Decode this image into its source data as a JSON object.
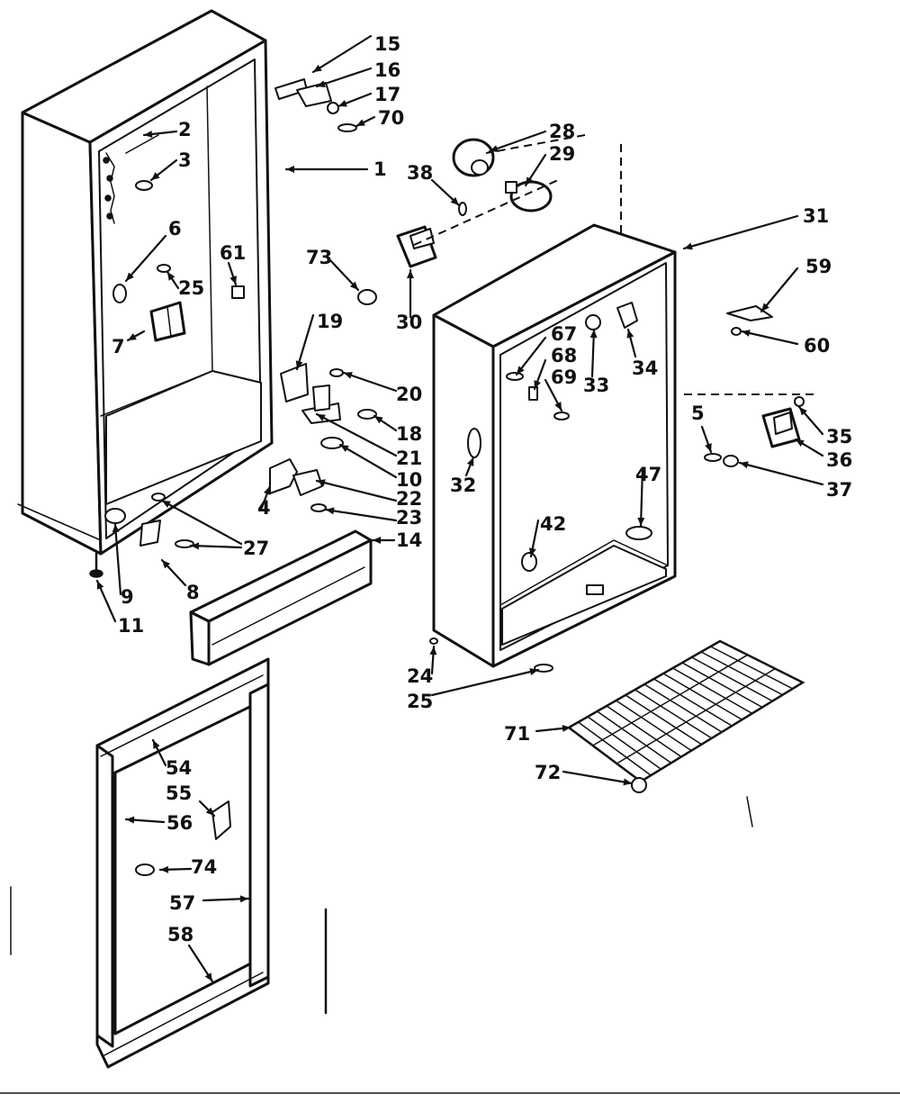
{
  "callouts": {
    "c1": "1",
    "c2": "2",
    "c3": "3",
    "c4": "4",
    "c5": "5",
    "c6": "6",
    "c7": "7",
    "c8": "8",
    "c9": "9",
    "c10": "10",
    "c11": "11",
    "c14": "14",
    "c15": "15",
    "c16": "16",
    "c17": "17",
    "c18": "18",
    "c19": "19",
    "c20": "20",
    "c21": "21",
    "c22": "22",
    "c23": "23",
    "c24": "24",
    "c25a": "25",
    "c25b": "25",
    "c27": "27",
    "c28": "28",
    "c29": "29",
    "c30": "30",
    "c31": "31",
    "c32": "32",
    "c33": "33",
    "c34": "34",
    "c35": "35",
    "c36": "36",
    "c37": "37",
    "c38": "38",
    "c42": "42",
    "c47": "47",
    "c54": "54",
    "c55": "55",
    "c56": "56",
    "c57": "57",
    "c58": "58",
    "c59": "59",
    "c60": "60",
    "c61": "61",
    "c67": "67",
    "c68": "68",
    "c69": "69",
    "c70": "70",
    "c71": "71",
    "c72": "72",
    "c73": "73",
    "c74": "74"
  }
}
